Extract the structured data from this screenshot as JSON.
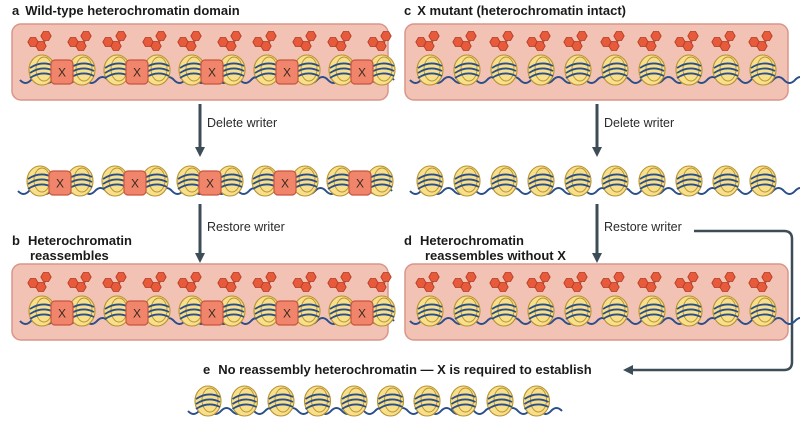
{
  "panels": {
    "a": {
      "letter": "a",
      "title": "Wild-type heterochromatin domain"
    },
    "b": {
      "letter": "b",
      "title_lines": [
        "Heterochromatin",
        "reassembles"
      ]
    },
    "c": {
      "letter": "c",
      "title": "X mutant  (heterochromatin intact)"
    },
    "d": {
      "letter": "d",
      "title_lines": [
        "Heterochromatin",
        "reassembles without X"
      ]
    },
    "e": {
      "letter": "e",
      "title": "No reassembly heterochromatin — X is required to establish"
    }
  },
  "arrows": {
    "left_delete": "Delete writer",
    "left_restore": "Restore writer",
    "right_delete": "Delete writer",
    "right_restore": "Restore writer"
  },
  "x_label": "X",
  "colors": {
    "domain_fill": "#f2c2b4",
    "domain_stroke": "#d9958a",
    "nucleosome_fill": "#f7df8c",
    "nucleosome_stroke": "#b8922e",
    "dna": "#2a4f8a",
    "x_fill": "#f0856c",
    "x_stroke": "#c9553e",
    "mark_fill": "#e85a3c",
    "arrow": "#3d4d58"
  }
}
